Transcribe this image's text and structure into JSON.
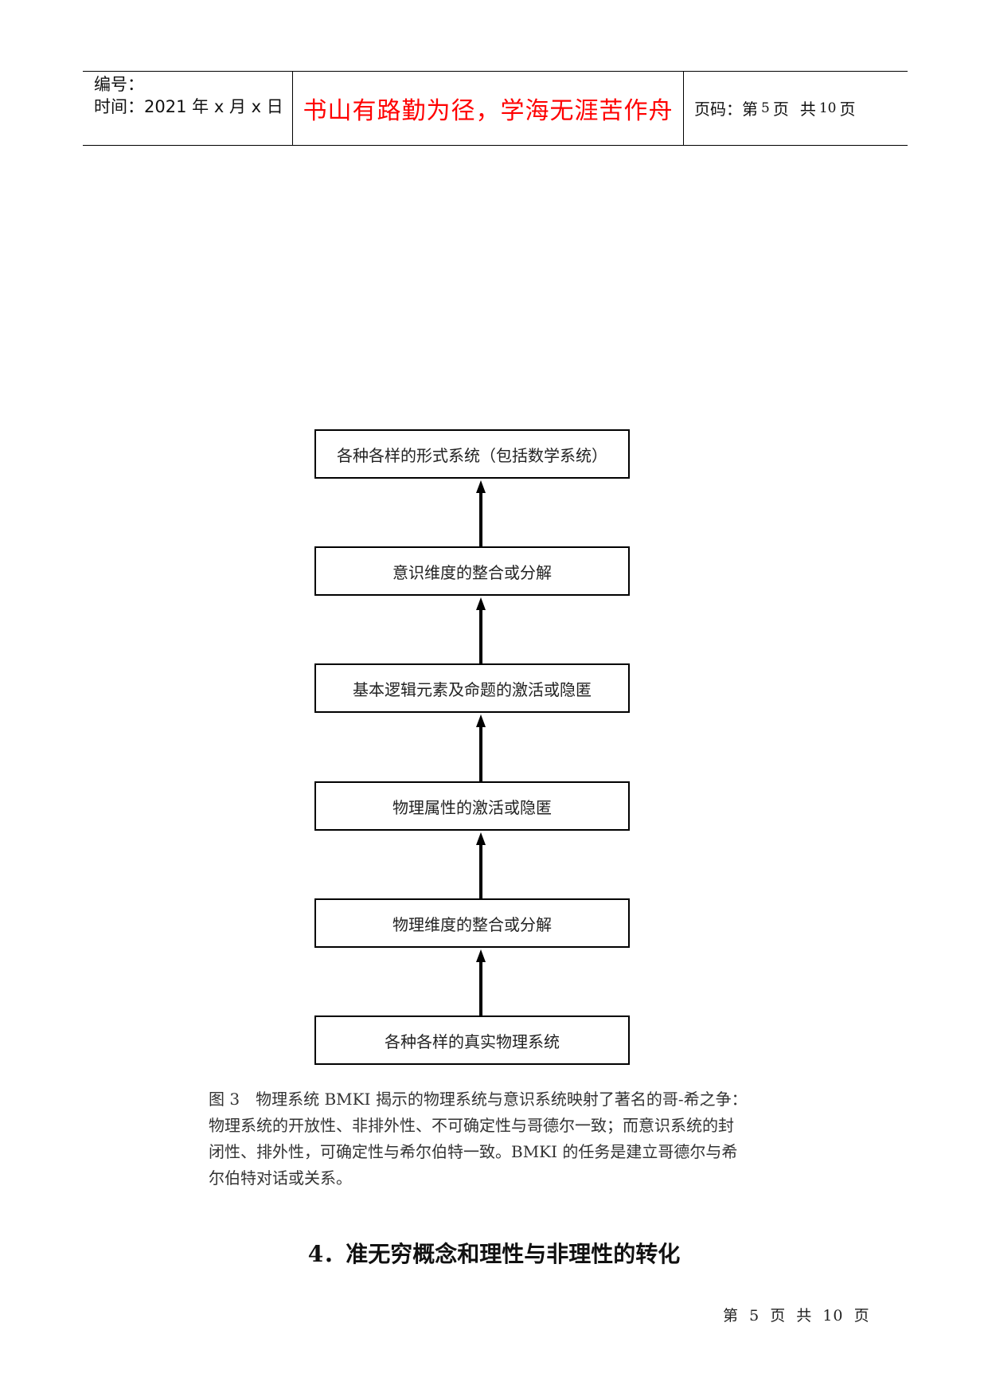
{
  "header": {
    "serial_label": "编号：",
    "time_prefix": "时间：2021",
    "time_year_char": "年",
    "time_x1": "x",
    "time_month_char": "月",
    "time_x2": "x",
    "time_day_char": "日",
    "motto": "书山有路勤为径，学海无涯苦作舟",
    "page_label": "页码：第",
    "page_num": "5",
    "page_unit": "页",
    "total_label": "共",
    "total_num": "10",
    "total_unit": "页"
  },
  "diagram": {
    "boxes": [
      "各种各样的形式系统（包括数学系统）",
      "意识维度的整合或分解",
      "基本逻辑元素及命题的激活或隐匿",
      "物理属性的激活或隐匿",
      "物理维度的整合或分解",
      "各种各样的真实物理系统"
    ]
  },
  "caption": {
    "lines": [
      "图 3　物理系统 BMKI 揭示的物理系统与意识系统映射了著名的哥-希之争：",
      "物理系统的开放性、非排外性、不可确定性与哥德尔一致；而意识系统的封",
      "闭性、排外性，可确定性与希尔伯特一致。BMKI 的任务是建立哥德尔与希",
      "尔伯特对话或关系。"
    ]
  },
  "section": {
    "title": "4．准无穷概念和理性与非理性的转化"
  },
  "footer": {
    "di": "第",
    "page": "5",
    "ye1": "页",
    "gong": "共",
    "total": "10",
    "ye2": "页"
  }
}
